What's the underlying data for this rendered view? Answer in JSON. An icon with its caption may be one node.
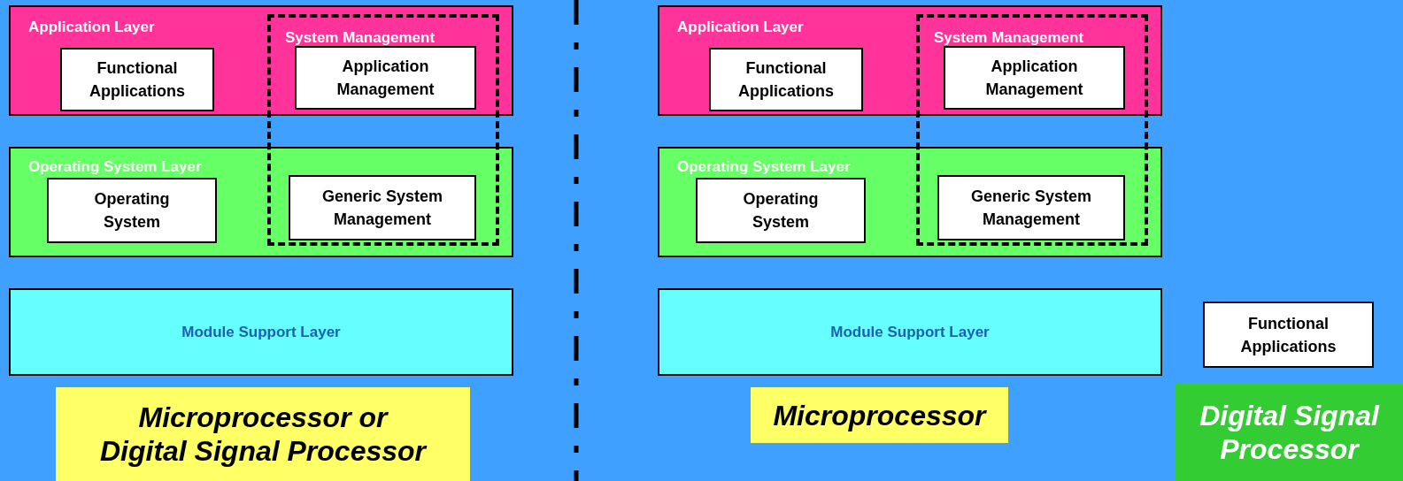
{
  "diagram": {
    "nodes": [
      {
        "text": [
          "Application Layer"
        ]
      },
      {
        "text": [
          "System Management"
        ]
      },
      {
        "text": [
          "Functional Applications"
        ],
        "in": 0
      },
      {
        "text": [
          "Application Management"
        ]
      },
      {
        "text": [
          "Operating System Layer"
        ]
      },
      {
        "text": [
          "Operating System"
        ],
        "in": 4
      },
      {
        "text": [
          "Generic System Management"
        ]
      },
      {
        "text": [
          "Module Support Layer"
        ]
      },
      {
        "text": [
          "Microprocessor or Digital Signal Processor"
        ]
      },
      {
        "text": [
          "Application Layer"
        ]
      },
      {
        "text": [
          "System Management"
        ]
      },
      {
        "text": [
          "Functional Applications"
        ],
        "in": 9
      },
      {
        "text": [
          "Application Management"
        ]
      },
      {
        "text": [
          "Operating System Layer"
        ]
      },
      {
        "text": [
          "Operating System"
        ],
        "in": 13
      },
      {
        "text": [
          "Generic System Management"
        ]
      },
      {
        "text": [
          "Module Support Layer"
        ]
      },
      {
        "text": [
          "Microprocessor"
        ]
      },
      {
        "text": [
          "Functional Applications"
        ]
      },
      {
        "text": [
          "Digital Signal Processor"
        ]
      }
    ]
  }
}
